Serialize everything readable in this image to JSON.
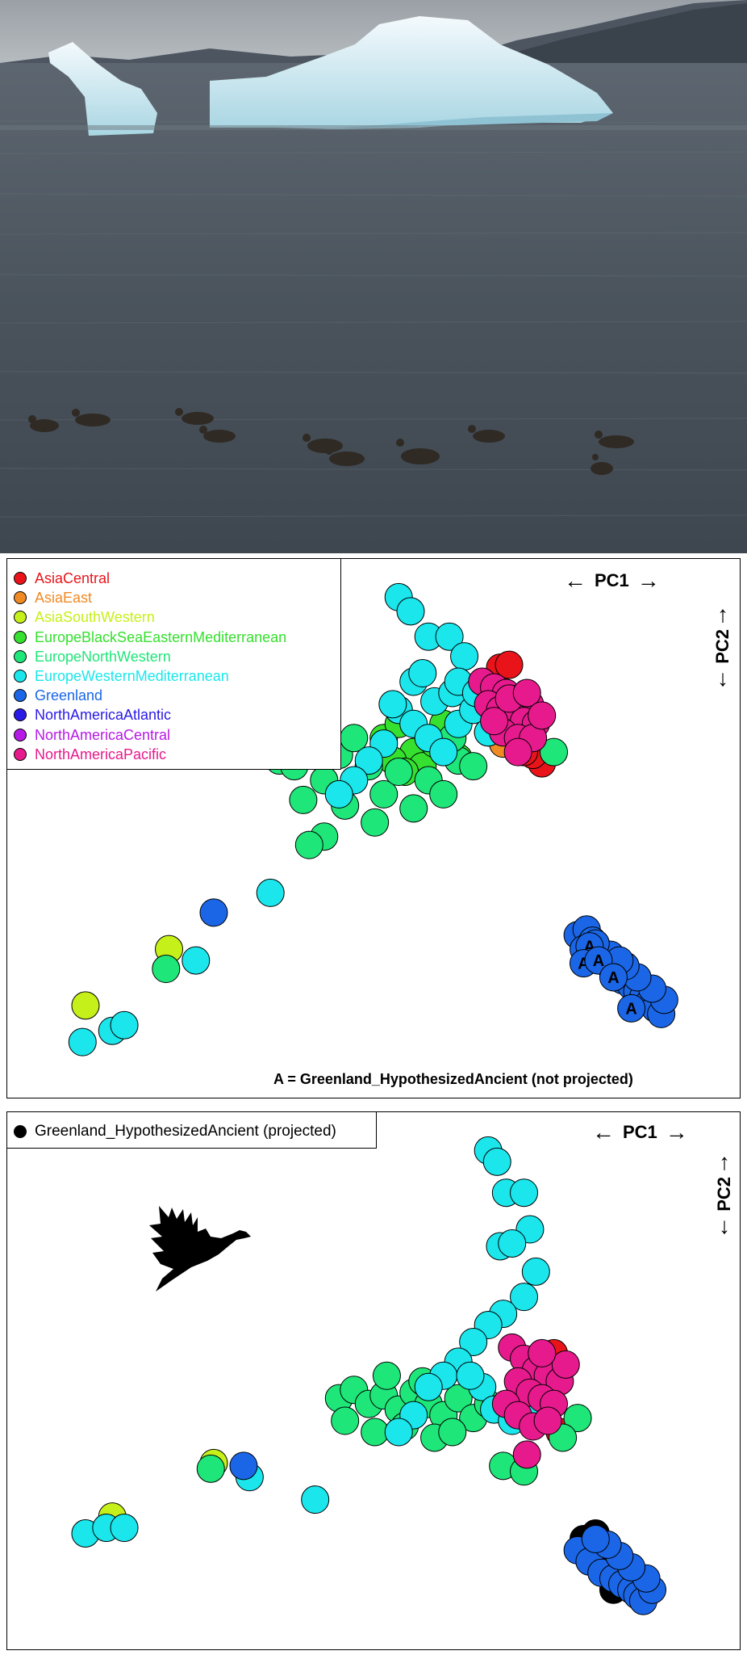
{
  "chart_data": [
    {
      "type": "scatter",
      "xlabel": "PC1",
      "ylabel": "PC2",
      "legend_position": "top-left",
      "annotation": "A = Greenland_HypothesizedAncient (not projected)",
      "series": [
        {
          "name": "AsiaCentral",
          "color": "#e8141a",
          "points": [
            [
              0.44,
              0.75
            ],
            [
              0.47,
              0.76
            ],
            [
              0.58,
              0.41
            ],
            [
              0.55,
              0.44
            ],
            [
              0.52,
              0.45
            ]
          ]
        },
        {
          "name": "AsiaEast",
          "color": "#f08a24",
          "points": [
            [
              0.4,
              0.52
            ],
            [
              0.45,
              0.48
            ]
          ]
        },
        {
          "name": "AsiaSouthWestern",
          "color": "#c6f01a",
          "points": [
            [
              -0.67,
              -0.25
            ],
            [
              -0.95,
              -0.45
            ]
          ]
        },
        {
          "name": "EuropeBlackSeaEasternMediterranean",
          "color": "#35e02e",
          "points": [
            [
              0.05,
              0.5
            ],
            [
              0.1,
              0.55
            ],
            [
              0.15,
              0.45
            ],
            [
              0.08,
              0.42
            ],
            [
              0.18,
              0.4
            ],
            [
              0.22,
              0.48
            ],
            [
              0.25,
              0.55
            ],
            [
              0.3,
              0.43
            ],
            [
              0.12,
              0.38
            ]
          ]
        },
        {
          "name": "EuropeNorthWestern",
          "color": "#1ee678",
          "points": [
            [
              -0.35,
              0.45
            ],
            [
              -0.3,
              0.42
            ],
            [
              -0.25,
              0.4
            ],
            [
              -0.2,
              0.48
            ],
            [
              -0.15,
              0.35
            ],
            [
              -0.1,
              0.44
            ],
            [
              -0.05,
              0.5
            ],
            [
              0.0,
              0.4
            ],
            [
              0.05,
              0.3
            ],
            [
              0.1,
              0.38
            ],
            [
              0.15,
              0.25
            ],
            [
              0.2,
              0.35
            ],
            [
              0.25,
              0.3
            ],
            [
              0.3,
              0.42
            ],
            [
              -0.22,
              0.28
            ],
            [
              -0.08,
              0.26
            ],
            [
              0.35,
              0.4
            ],
            [
              0.55,
              0.55
            ],
            [
              0.62,
              0.45
            ],
            [
              -0.68,
              -0.32
            ],
            [
              -0.15,
              0.15
            ],
            [
              -0.2,
              0.12
            ],
            [
              0.02,
              0.2
            ],
            [
              0.28,
              0.5
            ]
          ]
        },
        {
          "name": "EuropeWesternMediterranean",
          "color": "#1ae6ec",
          "points": [
            [
              0.1,
              1.0
            ],
            [
              0.14,
              0.95
            ],
            [
              0.2,
              0.86
            ],
            [
              0.27,
              0.86
            ],
            [
              0.32,
              0.79
            ],
            [
              0.15,
              0.7
            ],
            [
              0.18,
              0.73
            ],
            [
              0.22,
              0.63
            ],
            [
              0.28,
              0.66
            ],
            [
              0.1,
              0.6
            ],
            [
              0.15,
              0.55
            ],
            [
              0.2,
              0.5
            ],
            [
              0.25,
              0.45
            ],
            [
              0.05,
              0.48
            ],
            [
              0.0,
              0.42
            ],
            [
              -0.05,
              0.35
            ],
            [
              -0.1,
              0.3
            ],
            [
              0.3,
              0.55
            ],
            [
              0.35,
              0.6
            ],
            [
              0.4,
              0.52
            ],
            [
              0.42,
              0.62
            ],
            [
              -0.58,
              -0.29
            ],
            [
              -0.33,
              -0.05
            ],
            [
              -0.96,
              -0.58
            ],
            [
              -0.86,
              -0.54
            ],
            [
              -0.82,
              -0.52
            ],
            [
              0.08,
              0.62
            ],
            [
              0.3,
              0.7
            ],
            [
              0.36,
              0.66
            ]
          ]
        },
        {
          "name": "Greenland",
          "color": "#1a66e6",
          "points": [
            [
              -0.52,
              -0.12
            ],
            [
              0.7,
              -0.2
            ],
            [
              0.73,
              -0.18
            ],
            [
              0.75,
              -0.22
            ],
            [
              0.78,
              -0.26
            ],
            [
              0.8,
              -0.3
            ],
            [
              0.82,
              -0.34
            ],
            [
              0.85,
              -0.36
            ],
            [
              0.88,
              -0.38
            ],
            [
              0.9,
              -0.4
            ],
            [
              0.92,
              -0.42
            ],
            [
              0.94,
              -0.44
            ],
            [
              0.96,
              -0.46
            ],
            [
              0.98,
              -0.48
            ],
            [
              0.99,
              -0.43
            ],
            [
              0.95,
              -0.39
            ],
            [
              0.9,
              -0.35
            ],
            [
              0.86,
              -0.31
            ],
            [
              0.81,
              -0.27
            ],
            [
              0.76,
              -0.23
            ],
            [
              0.72,
              -0.25
            ],
            [
              0.84,
              -0.29
            ]
          ]
        },
        {
          "name": "NorthAmericaAtlantic",
          "color": "#2a1ae6",
          "points": []
        },
        {
          "name": "NorthAmericaCentral",
          "color": "#b61ae6",
          "points": []
        },
        {
          "name": "NorthAmericaPacific",
          "color": "#e61a8c",
          "points": [
            [
              0.38,
              0.7
            ],
            [
              0.42,
              0.68
            ],
            [
              0.46,
              0.66
            ],
            [
              0.5,
              0.64
            ],
            [
              0.54,
              0.62
            ],
            [
              0.4,
              0.62
            ],
            [
              0.44,
              0.6
            ],
            [
              0.48,
              0.58
            ],
            [
              0.52,
              0.56
            ],
            [
              0.56,
              0.55
            ],
            [
              0.45,
              0.52
            ],
            [
              0.5,
              0.5
            ],
            [
              0.55,
              0.5
            ],
            [
              0.42,
              0.56
            ],
            [
              0.47,
              0.64
            ],
            [
              0.53,
              0.66
            ],
            [
              0.58,
              0.58
            ],
            [
              0.5,
              0.45
            ]
          ]
        },
        {
          "name": "Greenland_HypothesizedAncient",
          "color": "#1a66e6",
          "marker": "A",
          "points": [
            [
              0.74,
              -0.24
            ],
            [
              0.72,
              -0.3
            ],
            [
              0.77,
              -0.29
            ],
            [
              0.82,
              -0.35
            ],
            [
              0.88,
              -0.46
            ]
          ]
        }
      ],
      "xlim": [
        -1.05,
        1.1
      ],
      "ylim": [
        -0.7,
        1.05
      ]
    },
    {
      "type": "scatter",
      "xlabel": "PC1",
      "ylabel": "PC2",
      "legend_position": "top-left",
      "series": [
        {
          "name": "Greenland_HypothesizedAncient (projected)",
          "color": "#000000",
          "points": [
            [
              0.72,
              -0.38
            ],
            [
              0.76,
              -0.36
            ],
            [
              0.74,
              -0.42
            ],
            [
              0.78,
              -0.45
            ],
            [
              0.8,
              -0.48
            ],
            [
              0.82,
              -0.56
            ]
          ]
        },
        {
          "name": "AsiaCentral",
          "color": "#e8141a",
          "points": [
            [
              0.62,
              0.28
            ],
            [
              0.58,
              0.22
            ],
            [
              0.64,
              0.0
            ]
          ]
        },
        {
          "name": "AsiaSouthWestern",
          "color": "#c6f01a",
          "points": [
            [
              -0.52,
              -0.11
            ],
            [
              -0.86,
              -0.3
            ]
          ]
        },
        {
          "name": "EuropeNorthWestern",
          "color": "#1ee678",
          "points": [
            [
              -0.1,
              0.12
            ],
            [
              -0.05,
              0.15
            ],
            [
              0.0,
              0.1
            ],
            [
              0.05,
              0.13
            ],
            [
              0.1,
              0.08
            ],
            [
              0.15,
              0.14
            ],
            [
              0.2,
              0.1
            ],
            [
              0.25,
              0.06
            ],
            [
              0.3,
              0.12
            ],
            [
              0.35,
              0.05
            ],
            [
              0.4,
              0.1
            ],
            [
              -0.08,
              0.04
            ],
            [
              0.02,
              0.0
            ],
            [
              0.12,
              0.02
            ],
            [
              0.22,
              -0.02
            ],
            [
              0.45,
              -0.12
            ],
            [
              0.52,
              -0.14
            ],
            [
              0.7,
              0.05
            ],
            [
              0.65,
              -0.02
            ],
            [
              -0.53,
              -0.13
            ],
            [
              0.06,
              0.2
            ],
            [
              0.18,
              0.18
            ],
            [
              0.28,
              0.0
            ]
          ]
        },
        {
          "name": "EuropeWesternMediterranean",
          "color": "#1ae6ec",
          "points": [
            [
              0.4,
              1.0
            ],
            [
              0.43,
              0.96
            ],
            [
              0.46,
              0.85
            ],
            [
              0.52,
              0.85
            ],
            [
              0.54,
              0.72
            ],
            [
              0.44,
              0.66
            ],
            [
              0.48,
              0.67
            ],
            [
              0.56,
              0.57
            ],
            [
              0.52,
              0.48
            ],
            [
              0.45,
              0.42
            ],
            [
              0.4,
              0.38
            ],
            [
              0.35,
              0.32
            ],
            [
              0.3,
              0.25
            ],
            [
              0.25,
              0.2
            ],
            [
              0.2,
              0.16
            ],
            [
              0.15,
              0.06
            ],
            [
              0.1,
              0.0
            ],
            [
              0.38,
              0.16
            ],
            [
              0.42,
              0.08
            ],
            [
              0.48,
              0.04
            ],
            [
              0.55,
              0.12
            ],
            [
              0.6,
              0.18
            ],
            [
              -0.4,
              -0.16
            ],
            [
              -0.18,
              -0.24
            ],
            [
              -0.95,
              -0.36
            ],
            [
              -0.88,
              -0.34
            ],
            [
              -0.82,
              -0.34
            ],
            [
              0.34,
              0.2
            ],
            [
              0.58,
              0.08
            ]
          ]
        },
        {
          "name": "Greenland",
          "color": "#1a66e6",
          "points": [
            [
              -0.42,
              -0.12
            ],
            [
              0.7,
              -0.42
            ],
            [
              0.74,
              -0.46
            ],
            [
              0.78,
              -0.5
            ],
            [
              0.82,
              -0.52
            ],
            [
              0.85,
              -0.54
            ],
            [
              0.88,
              -0.56
            ],
            [
              0.9,
              -0.58
            ],
            [
              0.92,
              -0.6
            ],
            [
              0.95,
              -0.56
            ],
            [
              0.93,
              -0.52
            ],
            [
              0.88,
              -0.48
            ],
            [
              0.84,
              -0.44
            ],
            [
              0.8,
              -0.4
            ],
            [
              0.76,
              -0.38
            ]
          ]
        },
        {
          "name": "NorthAmericaPacific",
          "color": "#e61a8c",
          "points": [
            [
              0.48,
              0.3
            ],
            [
              0.52,
              0.26
            ],
            [
              0.56,
              0.22
            ],
            [
              0.6,
              0.2
            ],
            [
              0.64,
              0.18
            ],
            [
              0.5,
              0.18
            ],
            [
              0.54,
              0.14
            ],
            [
              0.58,
              0.12
            ],
            [
              0.62,
              0.1
            ],
            [
              0.46,
              0.1
            ],
            [
              0.5,
              0.06
            ],
            [
              0.55,
              0.02
            ],
            [
              0.6,
              0.04
            ],
            [
              0.53,
              -0.08
            ],
            [
              0.66,
              0.24
            ],
            [
              0.58,
              0.28
            ]
          ]
        }
      ],
      "xlim": [
        -1.05,
        1.1
      ],
      "ylim": [
        -0.7,
        1.05
      ]
    }
  ],
  "legend1": {
    "items": [
      {
        "label": "AsiaCentral",
        "color": "#e8141a"
      },
      {
        "label": "AsiaEast",
        "color": "#f08a24"
      },
      {
        "label": "AsiaSouthWestern",
        "color": "#c6f01a"
      },
      {
        "label": "EuropeBlackSeaEasternMediterranean",
        "color": "#35e02e"
      },
      {
        "label": "EuropeNorthWestern",
        "color": "#1ee678"
      },
      {
        "label": "EuropeWesternMediterranean",
        "color": "#1ae6ec"
      },
      {
        "label": "Greenland",
        "color": "#1a66e6"
      },
      {
        "label": "NorthAmericaAtlantic",
        "color": "#2a1ae6"
      },
      {
        "label": "NorthAmericaCentral",
        "color": "#b61ae6"
      },
      {
        "label": "NorthAmericaPacific",
        "color": "#e61a8c"
      }
    ]
  },
  "legend2": {
    "label": "Greenland_HypothesizedAncient (projected)",
    "color": "#000000"
  },
  "axes": {
    "pc1": "PC1",
    "pc2": "PC2",
    "left_arrow": "←",
    "right_arrow": "→",
    "up_arrow": "↑",
    "down_arrow": "↓"
  },
  "annotation1": "A = Greenland_HypothesizedAncient (not projected)",
  "marker_letter": "A",
  "icons": {
    "silhouette": "duck-silhouette-icon"
  }
}
